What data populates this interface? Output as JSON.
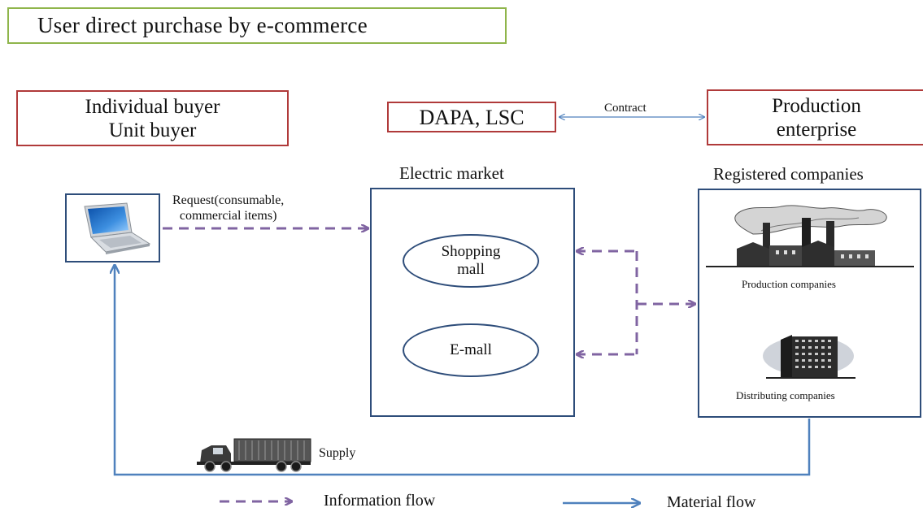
{
  "title": "User direct purchase by  e-commerce",
  "buyer": {
    "line1": "Individual buyer",
    "line2": "Unit buyer"
  },
  "dapa": "DAPA, LSC",
  "production_enterprise": {
    "line1": "Production",
    "line2": "enterprise"
  },
  "contract_label": "Contract",
  "electric_market": {
    "title": "Electric market",
    "shopping_mall": {
      "line1": "Shopping",
      "line2": "mall"
    },
    "e_mall": "E-mall"
  },
  "registered_companies": {
    "title": "Registered companies",
    "production_label": "Production companies",
    "distributing_label": "Distributing companies"
  },
  "request_label": {
    "line1": "Request(consumable,",
    "line2": "commercial items)"
  },
  "supply_label": "Supply",
  "legend": {
    "information_flow": "Information flow",
    "material_flow": "Material flow"
  },
  "colors": {
    "info_flow": "#8064a2",
    "material_flow": "#4f81bd",
    "box_border": "#2e4d7a",
    "header_border": "#b03a3a",
    "title_border": "#8fb54b"
  },
  "icons": [
    "laptop-icon",
    "factory-icon",
    "building-icon",
    "truck-icon"
  ]
}
